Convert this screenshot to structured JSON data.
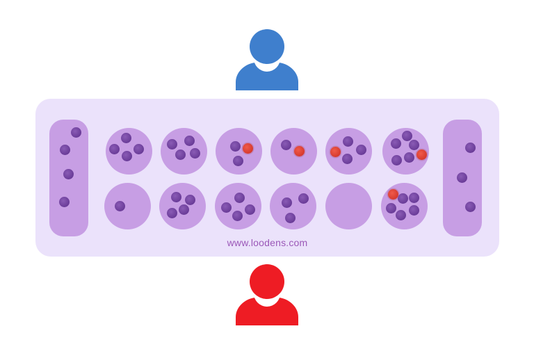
{
  "colors": {
    "board": "#ebe2fb",
    "pit": "#c79ee4",
    "stone": "#6a3c98",
    "red_stone": "#d63a2e",
    "player_top": "#3f7fcd",
    "player_bottom": "#ee1c24",
    "watermark": "#9b58b8"
  },
  "players": {
    "top": {
      "icon": "user-icon",
      "color": "#3f7fcd"
    },
    "bottom": {
      "icon": "user-icon",
      "color": "#ee1c24"
    }
  },
  "board": {
    "watermark": "www.loodens.com",
    "stores": {
      "left": {
        "stones": 4,
        "red_stones": 0
      },
      "right": {
        "stones": 3,
        "red_stones": 0
      }
    },
    "top_row": [
      {
        "stones": 4,
        "red_stones": 0
      },
      {
        "stones": 4,
        "red_stones": 0
      },
      {
        "stones": 3,
        "red_stones": 1
      },
      {
        "stones": 2,
        "red_stones": 1
      },
      {
        "stones": 4,
        "red_stones": 1
      },
      {
        "stones": 6,
        "red_stones": 1
      }
    ],
    "bottom_row": [
      {
        "stones": 1,
        "red_stones": 0
      },
      {
        "stones": 4,
        "red_stones": 0
      },
      {
        "stones": 4,
        "red_stones": 0
      },
      {
        "stones": 3,
        "red_stones": 0
      },
      {
        "stones": 0,
        "red_stones": 0
      },
      {
        "stones": 6,
        "red_stones": 1
      }
    ]
  }
}
